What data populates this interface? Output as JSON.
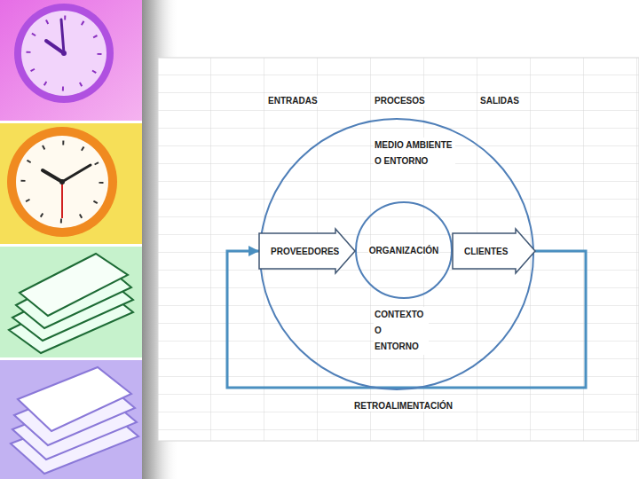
{
  "diagram": {
    "nodes": [
      {
        "text": [
          "MEDIO AMBIENTE O ENTORNO",
          "CONTEXTO O ENTORNO"
        ]
      },
      {
        "text": [
          "PROVEEDORES"
        ]
      },
      {
        "text": [
          "ORGANIZACIÓN"
        ],
        "in": 0
      },
      {
        "text": [
          "CLIENTES"
        ]
      }
    ],
    "edges": [
      {
        "from": 3,
        "to": 1,
        "arrow": "to",
        "label": "RETROALIMENTACIÓN"
      }
    ],
    "labels": [
      "ENTRADAS",
      "PROCESOS",
      "SALIDAS"
    ]
  }
}
